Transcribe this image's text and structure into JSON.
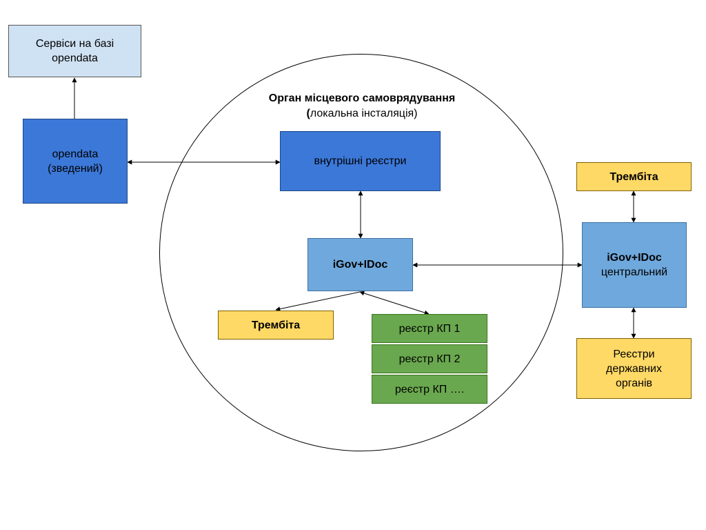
{
  "title": {
    "line1": "Орган місцевого самоврядування",
    "line2_bold_part": "(",
    "line2_rest": "локальна інсталяція)"
  },
  "nodes": {
    "services_opendata": [
      "Сервіси на базі",
      "opendata"
    ],
    "opendata": [
      "opendata",
      "(зведений)"
    ],
    "internal_registries": "внутрішні реєстри",
    "igov_local": "iGov+IDoc",
    "trembita_local": "Трембіта",
    "registry_kp": [
      "реєстр КП 1",
      "реєстр КП 2",
      "реєстр КП …."
    ],
    "trembita_central": "Трембіта",
    "igov_central": [
      "iGov+IDoc",
      "центральний"
    ],
    "state_registries": [
      "Реєстри",
      "державних",
      "органів"
    ]
  },
  "colors": {
    "light_blue": "#cfe2f3",
    "blue": "#3c78d8",
    "mid_blue": "#6fa8dc",
    "yellow": "#ffd966",
    "green": "#6aa84f"
  }
}
